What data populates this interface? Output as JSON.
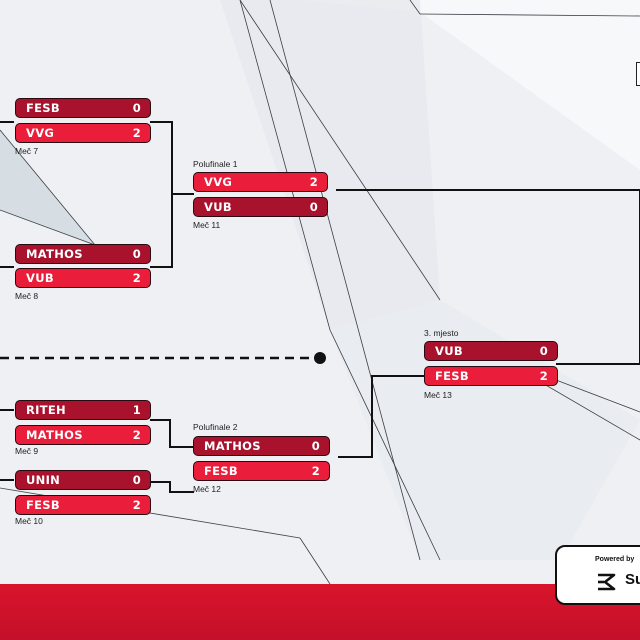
{
  "rounds": {
    "semi1_label": "Polufinale 1",
    "semi2_label": "Polufinale 2",
    "third_label": "3. mjesto"
  },
  "matches": {
    "m7": {
      "label": "Meč 7",
      "top": {
        "team": "FESB",
        "score": "0"
      },
      "bottom": {
        "team": "VVG",
        "score": "2"
      }
    },
    "m8": {
      "label": "Meč 8",
      "top": {
        "team": "MATHOS",
        "score": "0"
      },
      "bottom": {
        "team": "VUB",
        "score": "2"
      }
    },
    "m9": {
      "label": "Meč 9",
      "top": {
        "team": "RITEH",
        "score": "1"
      },
      "bottom": {
        "team": "MATHOS",
        "score": "2"
      }
    },
    "m10": {
      "label": "Meč 10",
      "top": {
        "team": "UNIN",
        "score": "0"
      },
      "bottom": {
        "team": "FESB",
        "score": "2"
      }
    },
    "m11": {
      "label": "Meč 11",
      "top": {
        "team": "VVG",
        "score": "2"
      },
      "bottom": {
        "team": "VUB",
        "score": "0"
      }
    },
    "m12": {
      "label": "Meč 12",
      "top": {
        "team": "MATHOS",
        "score": "0"
      },
      "bottom": {
        "team": "FESB",
        "score": "2"
      }
    },
    "m13": {
      "label": "Meč 13",
      "top": {
        "team": "VUB",
        "score": "0"
      },
      "bottom": {
        "team": "FESB",
        "score": "2"
      }
    }
  },
  "sponsor": {
    "powered_by": "Powered by",
    "brand": "Su"
  },
  "colors": {
    "winner": "#ea1d3a",
    "loser": "#a8122d",
    "footer": "#d9142b"
  }
}
